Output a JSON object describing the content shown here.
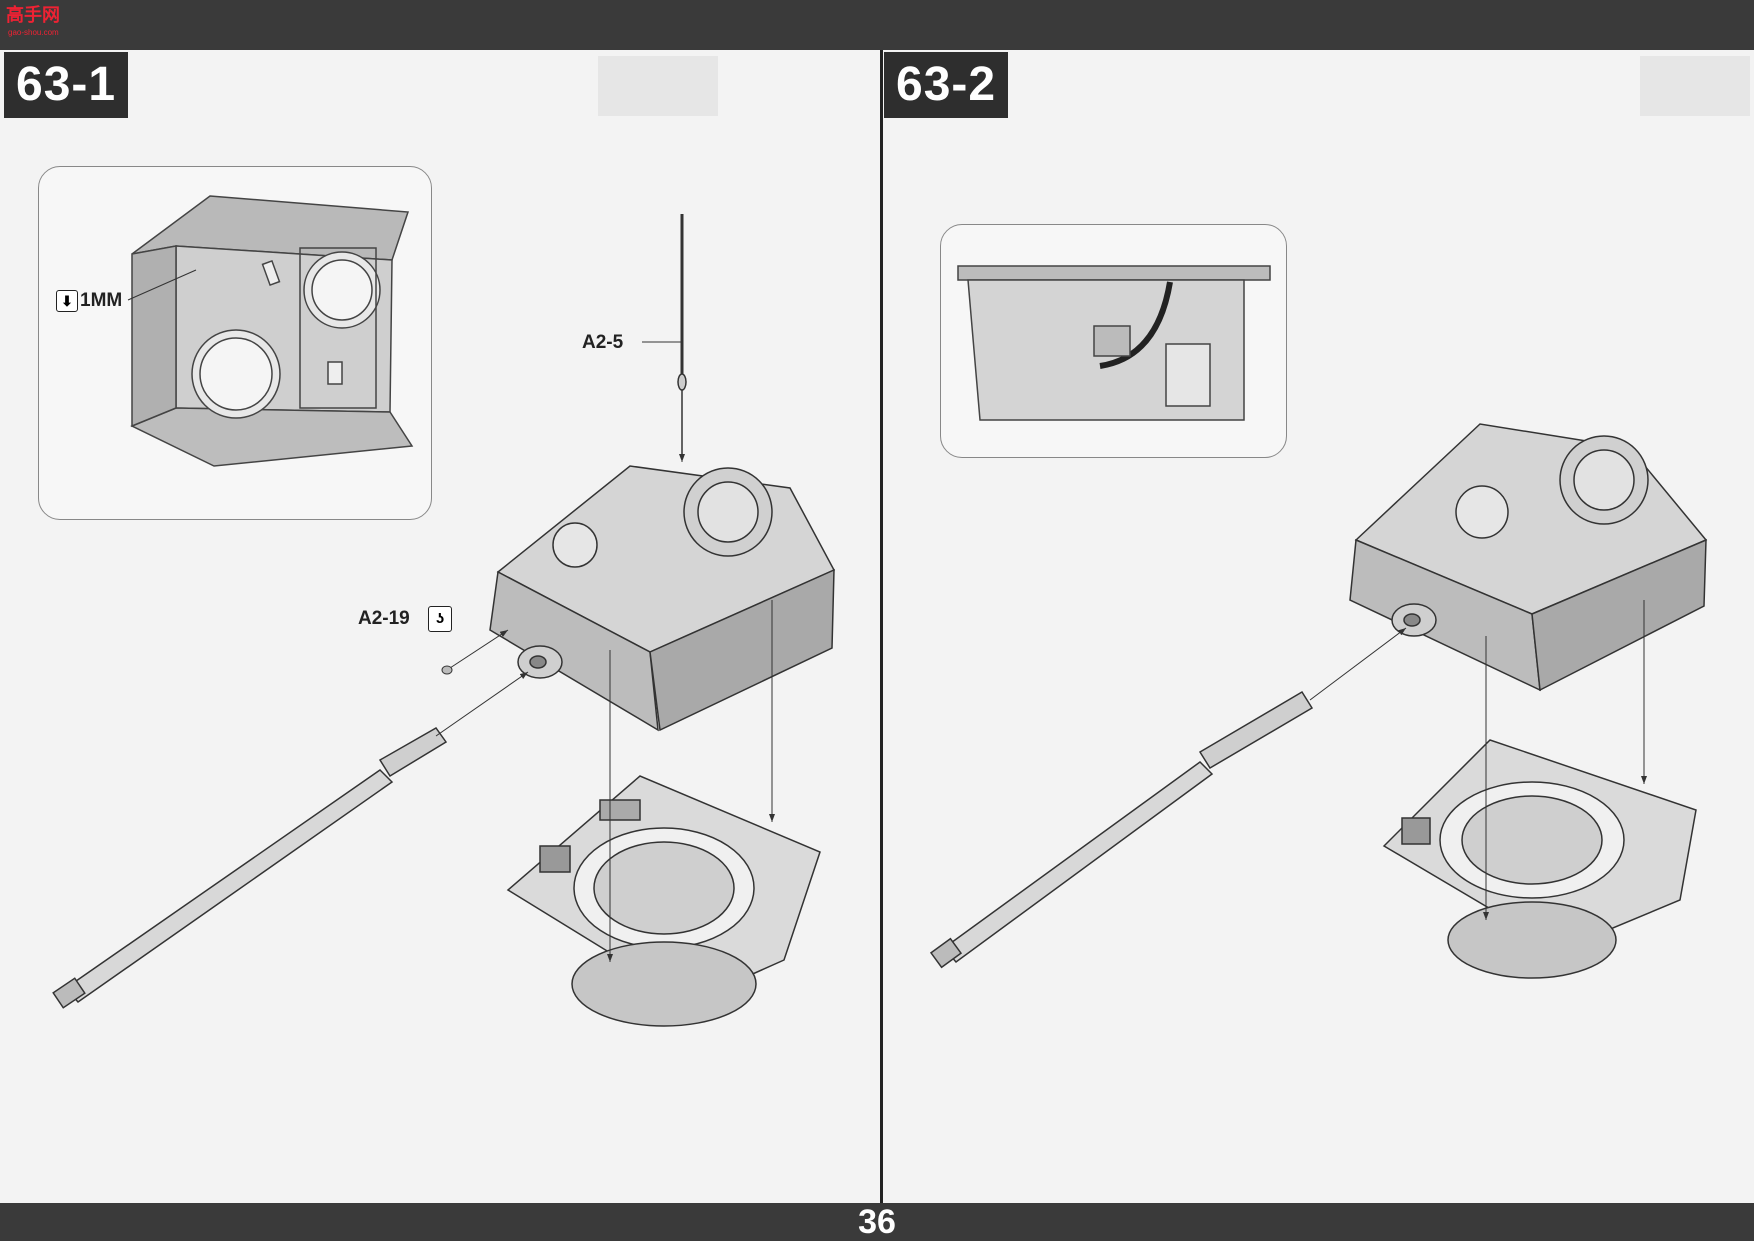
{
  "site_logo": {
    "text": "高手网",
    "sub": "gao-shou.com"
  },
  "page_number": "36",
  "steps": [
    {
      "label": "63-1"
    },
    {
      "label": "63-2"
    }
  ],
  "callouts": {
    "drill": "1MM",
    "antenna_part": "A2-5",
    "small_part": "A2-19"
  },
  "icons": [
    "drill-icon",
    "cement-icon"
  ]
}
